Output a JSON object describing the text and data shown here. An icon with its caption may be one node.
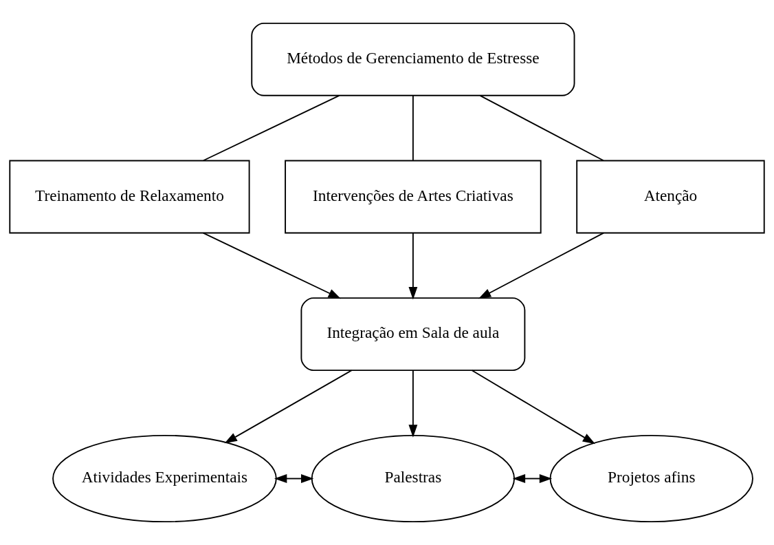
{
  "diagram": {
    "nodes": [
      {
        "text": [
          "Métodos de Gerenciamento de Estresse"
        ]
      },
      {
        "text": [
          "Treinamento de Relaxamento"
        ]
      },
      {
        "text": [
          "Intervenções de Artes Criativas"
        ]
      },
      {
        "text": [
          "Atenção"
        ]
      },
      {
        "text": [
          "Integração em Sala de aula"
        ]
      },
      {
        "text": [
          "Atividades Experimentais"
        ]
      },
      {
        "text": [
          "Palestras"
        ]
      },
      {
        "text": [
          "Projetos afins"
        ]
      }
    ],
    "edges": [
      {
        "from": 0,
        "to": 1,
        "arrow": "none"
      },
      {
        "from": 0,
        "to": 2,
        "arrow": "none"
      },
      {
        "from": 0,
        "to": 3,
        "arrow": "none"
      },
      {
        "from": 1,
        "to": 4,
        "arrow": "to"
      },
      {
        "from": 2,
        "to": 4,
        "arrow": "to"
      },
      {
        "from": 3,
        "to": 4,
        "arrow": "to"
      },
      {
        "from": 4,
        "to": 5,
        "arrow": "to"
      },
      {
        "from": 4,
        "to": 6,
        "arrow": "to"
      },
      {
        "from": 4,
        "to": 7,
        "arrow": "to"
      },
      {
        "from": 5,
        "to": 6,
        "arrow": "both"
      },
      {
        "from": 6,
        "to": 7,
        "arrow": "both"
      }
    ]
  }
}
